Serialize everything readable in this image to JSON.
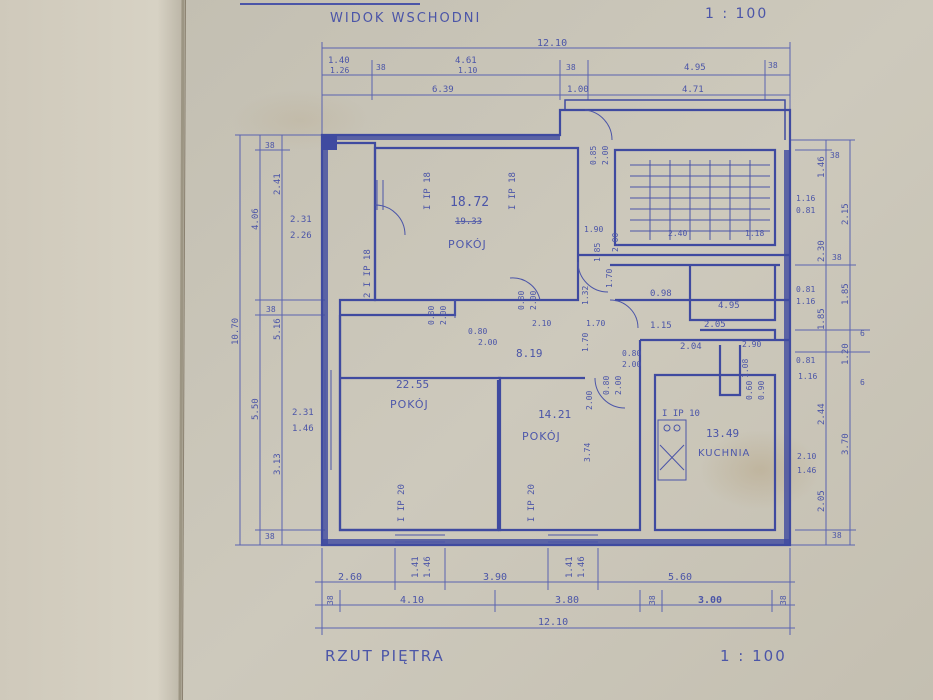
{
  "drawing": {
    "top_title": "WIDOK WSCHODNI",
    "top_scale": "1 : 100",
    "bottom_title": "RZUT PIĘTRA",
    "bottom_scale": "1 : 100"
  },
  "rooms": [
    {
      "name": "POKÓJ",
      "area": "18.72",
      "area_old": "19.33"
    },
    {
      "name": "POKÓJ",
      "area": "22.55"
    },
    {
      "name": "POKÓJ",
      "area": "14.21"
    },
    {
      "name": "KUCHNIA",
      "area": "13.49"
    }
  ],
  "hall": {
    "area": "8.19"
  },
  "windows": {
    "w1": "I  IP 18",
    "w2": "I  IP 18",
    "w3": "2 I IP 18",
    "w4": "I  IP 20",
    "w5": "I  IP 20",
    "w6": "I  IP 10"
  },
  "small_rooms": {
    "a": "4.95",
    "b": "2.05",
    "c": "0.98",
    "d": "2.04",
    "e": "1.15"
  },
  "dims_top": {
    "overall": "12.10",
    "a": "1.40",
    "a2": "1.26",
    "b": "38",
    "c": "4.61",
    "c2": "1.10",
    "d": "6.39",
    "e": "38",
    "f": "4.95",
    "g": "38",
    "h": "1.00",
    "i": "4.71"
  },
  "dims_bottom": {
    "a": "2.60",
    "b": "3.90",
    "c": "5.60",
    "d": "38",
    "e": "4.10",
    "f": "3.80",
    "g": "38",
    "h": "3.00",
    "i": "38",
    "overall": "12.10",
    "w1": "1.41",
    "w1b": "1.46",
    "w2": "1.41",
    "w2b": "1.46"
  },
  "dims_left": {
    "overall": "10.70",
    "a": "38",
    "b": "2.41",
    "c": "4.06",
    "d": "2.31",
    "e": "2.26",
    "f": "38",
    "g": "5.16",
    "h": "5.50",
    "i": "2.31",
    "j": "1.46",
    "k": "3.13",
    "l": "38"
  },
  "dims_right": {
    "a": "38",
    "b": "1.46",
    "c": "2.15",
    "d": "1.16",
    "e": "0.81",
    "f": "2.30",
    "g": "38",
    "h": "0.81",
    "i": "1.16",
    "j": "1.85",
    "k": "1.85",
    "l": "6",
    "m": "0.81",
    "n": "1.20",
    "o": "1.16",
    "p": "6",
    "q": "2.44",
    "r": "3.70",
    "s": "2.10",
    "t": "1.46",
    "u": "2.05",
    "v": "38"
  },
  "dims_inner": {
    "door1": "0.80",
    "door1b": "2.00",
    "door2": "0.80",
    "door2b": "2.00",
    "door3": "0.80",
    "door3b": "2.00",
    "door4": "0.80",
    "door4b": "2.00",
    "door5": "0.80",
    "door5b": "2.00",
    "s1": "1.90",
    "s2": "2.40",
    "s3": "1.18",
    "s4": "0.85",
    "s5": "2.00",
    "s6": "1.85",
    "s7": "1.70",
    "s8": "1.70",
    "s9": "2.10",
    "s10": "1.32",
    "s11": "2.90",
    "s12": "1.08",
    "s13": "0.60",
    "s14": "0.90",
    "s15": "1.70",
    "s16": "2.00",
    "s17": "3.74",
    "s18": "2.00"
  },
  "colors": {
    "paper": "#c9c5b8",
    "ink": "#4b55a8",
    "cover": "#d2cdbf"
  }
}
